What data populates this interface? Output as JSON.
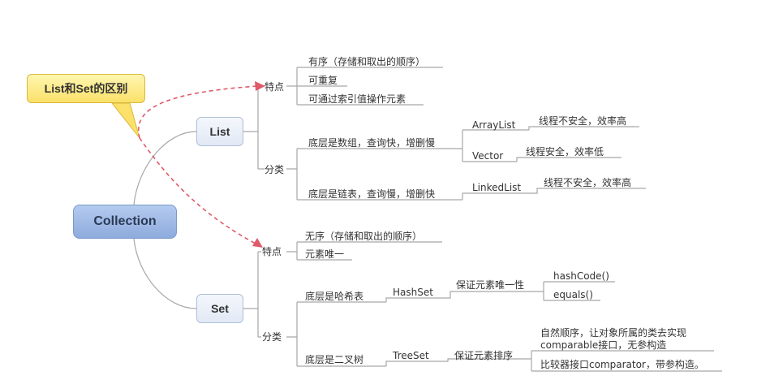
{
  "root": "Collection",
  "callout": "List和Set的区别",
  "list": {
    "label": "List",
    "features_label": "特点",
    "features": [
      "有序（存储和取出的顺序）",
      "可重复",
      "可通过索引值操作元素"
    ],
    "categories_label": "分类",
    "array": {
      "label": "底层是数组，查询快，增删慢",
      "arraylist": {
        "name": "ArrayList",
        "note": "线程不安全，效率高"
      },
      "vector": {
        "name": "Vector",
        "note": "线程安全，效率低"
      }
    },
    "linked": {
      "label": "底层是链表，查询慢，增删快",
      "linkedlist": {
        "name": "LinkedList",
        "note": "线程不安全，效率高"
      }
    }
  },
  "set": {
    "label": "Set",
    "features_label": "特点",
    "features": [
      "无序（存储和取出的顺序）",
      "元素唯一"
    ],
    "categories_label": "分类",
    "hash": {
      "label": "底层是哈希表",
      "hashset": {
        "name": "HashSet",
        "guarantee": "保证元素唯一性",
        "methods": [
          "hashCode()",
          "equals()"
        ]
      }
    },
    "tree": {
      "label": "底层是二叉树",
      "treeset": {
        "name": "TreeSet",
        "guarantee": "保证元素排序",
        "natural_line1": "自然顺序，让对象所属的类去实现",
        "natural_line2": "comparable接口，无参构造",
        "comparator": "比较器接口comparator，带参构造。"
      }
    }
  },
  "colors": {
    "wire": "#9e9e9e",
    "arrow": "#e05a6a",
    "root_fill": "#9db7e6",
    "callout_fill": "#fce87a"
  }
}
